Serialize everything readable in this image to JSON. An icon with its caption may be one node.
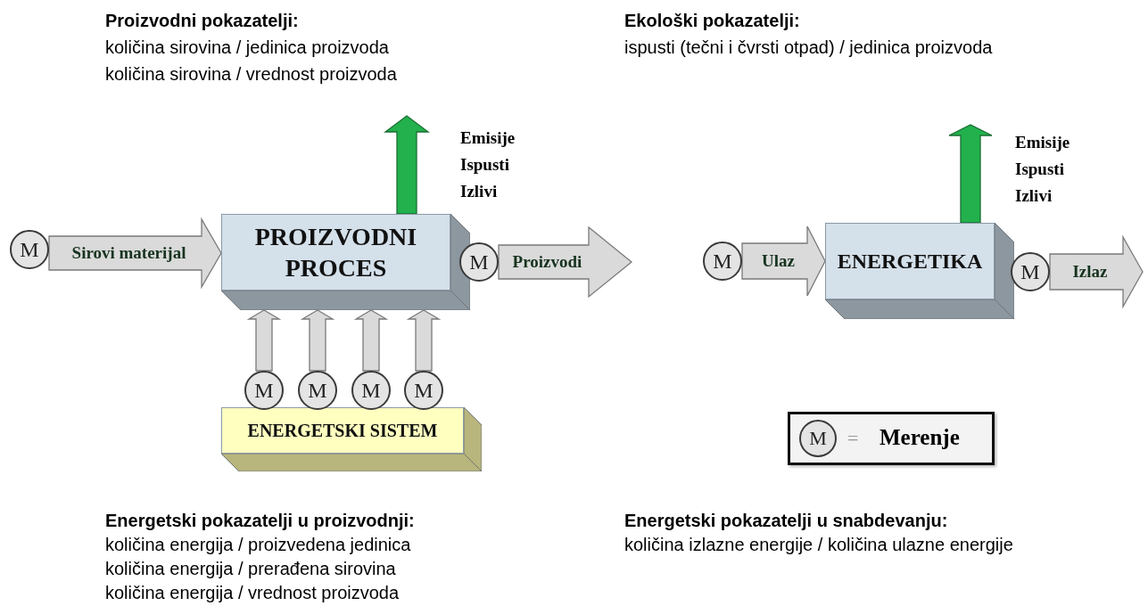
{
  "diagram": {
    "nodes": [
      {
        "text": [
          "PROIZVODNI PROCES"
        ]
      },
      {
        "text": [
          "M"
        ]
      },
      {
        "text": [
          "M"
        ]
      },
      {
        "text": [
          "M"
        ]
      },
      {
        "text": [
          "M"
        ]
      },
      {
        "text": [
          "M"
        ]
      },
      {
        "text": [
          "M"
        ]
      },
      {
        "text": [
          "ENERGETSKI SISTEM"
        ]
      },
      {
        "text": [
          "ENERGETIKA"
        ]
      },
      {
        "text": [
          "M"
        ]
      },
      {
        "text": [
          "M"
        ]
      }
    ],
    "edges": [
      {
        "from": 1,
        "to": 0,
        "arrow": "to",
        "label": "Sirovi materijal"
      },
      {
        "from": 2,
        "to": null,
        "arrow": "to",
        "label": "Proizvodi"
      },
      {
        "from": 0,
        "to": null,
        "arrow": "to",
        "label": "Emisije Ispusti Izlivi",
        "color": "#22b14c"
      },
      {
        "from": 3,
        "to": 0,
        "arrow": "to"
      },
      {
        "from": 4,
        "to": 0,
        "arrow": "to"
      },
      {
        "from": 5,
        "to": 0,
        "arrow": "to"
      },
      {
        "from": 6,
        "to": 0,
        "arrow": "to"
      },
      {
        "from": 9,
        "to": 8,
        "arrow": "to",
        "label": "Ulaz"
      },
      {
        "from": 10,
        "to": null,
        "arrow": "to",
        "label": "Izlaz"
      },
      {
        "from": 8,
        "to": null,
        "arrow": "to",
        "label": "Emisije Ispusti Izlivi",
        "color": "#22b14c"
      }
    ],
    "labels": [
      "Proizvodni pokazatelji:",
      "količina sirovina / jedinica proizvoda",
      "količina sirovina / vrednost proizvoda",
      "Ekološki pokazatelji:",
      "ispusti (tečni i čvrsti otpad) / jedinica proizvoda",
      "Energetski pokazatelji u proizvodnji:",
      "količina energija / proizvedena jedinica",
      "količina energija / prerađena sirovina",
      "količina energija / vrednost proizvoda",
      "Energetski pokazatelji u snabdevanju:",
      "količina izlazne energije / količina ulazne energije",
      "M",
      "="
    ],
    "legend": [
      {
        "text": "Merenje"
      }
    ]
  }
}
